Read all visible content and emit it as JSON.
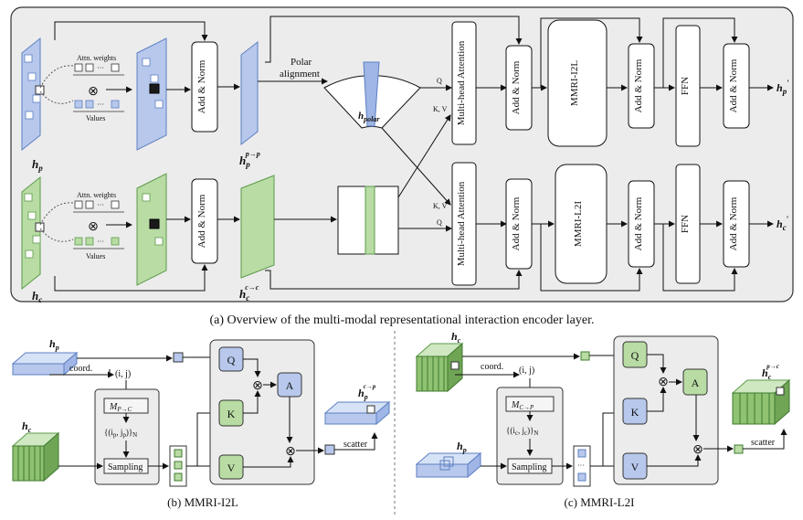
{
  "colors": {
    "blue": "#b7c8ec",
    "blue_dark": "#5d7fc2",
    "green": "#b8dca4",
    "green_dark": "#5c9a4a",
    "panel": "#ececec",
    "white": "#ffffff"
  },
  "top": {
    "attn_weights": "Attn. weights",
    "values": "Values",
    "add_norm": "Add & Norm",
    "polar_line1": "Polar",
    "polar_line2": "alignment",
    "mha": "Multi-head Attention",
    "q": "Q",
    "kv": "K, V",
    "mmri_i2l": "MMRI-I2L",
    "mmri_l2i": "MMRI-L2I",
    "ffn": "FFN",
    "h_p": "h",
    "h_p_sub": "p",
    "h_c": "h",
    "h_c_sub": "c",
    "h_pp": "h",
    "h_pp_sub": "p",
    "h_pp_sup": "p→p",
    "h_cc": "h",
    "h_cc_sub": "c",
    "h_cc_sup": "c→c",
    "h_polar": "h",
    "h_polar_sub": "polar",
    "out_p": "h",
    "out_p_sub": "p",
    "out_p_prime": "′",
    "out_c": "h",
    "out_c_sub": "c",
    "out_c_prime": "′",
    "ellipsis": "···"
  },
  "caption_a": "(a) Overview of the multi-modal representational interaction encoder layer.",
  "panel_b": {
    "h_p": "h",
    "h_p_sub": "p",
    "h_c": "h",
    "h_c_sub": "c",
    "coord": "coord.",
    "ij": "(i, j)",
    "m": "M",
    "m_sub": "P→C",
    "set": "{(i",
    "set_p": "p",
    "set_mid": ", j",
    "set_end": ")}",
    "set_n": "N",
    "sampling": "Sampling",
    "q": "Q",
    "k": "K",
    "v": "V",
    "a": "A",
    "out": "h",
    "out_sub": "p",
    "out_sup": "c→p",
    "scatter": "scatter",
    "caption": "(b) MMRI-I2L"
  },
  "panel_c": {
    "h_c": "h",
    "h_c_sub": "c",
    "h_p": "h",
    "h_p_sub": "p",
    "coord": "coord.",
    "ij": "(i, j)",
    "m": "M",
    "m_sub": "C→P",
    "set": "{(i",
    "set_c": "c",
    "set_mid": ", j",
    "set_end": ")}",
    "set_n": "N",
    "sampling": "Sampling",
    "q": "Q",
    "k": "K",
    "v": "V",
    "a": "A",
    "out": "h",
    "out_sub": "c",
    "out_sup": "p→c",
    "scatter": "scatter",
    "caption": "(c) MMRI-L2I"
  }
}
